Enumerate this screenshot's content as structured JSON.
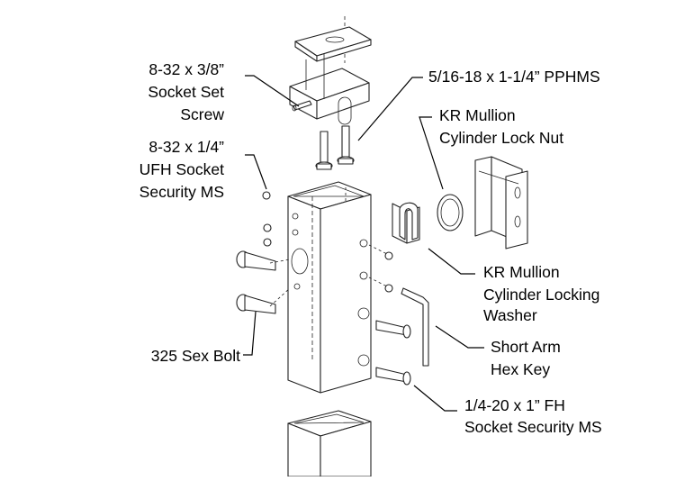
{
  "labels": {
    "set_screw": [
      "8-32 x 3/8”",
      "Socket Set",
      "Screw"
    ],
    "pphms": [
      "5/16-18 x 1-1/4” PPHMS"
    ],
    "lock_nut": [
      "KR Mullion",
      "Cylinder Lock Nut"
    ],
    "ufh_screw": [
      "8-32 x 1/4”",
      "UFH Socket",
      "Security MS"
    ],
    "locking_washer": [
      "KR Mullion",
      "Cylinder Locking",
      "Washer"
    ],
    "sex_bolt": [
      "325 Sex Bolt"
    ],
    "hex_key": [
      "Short Arm",
      "Hex Key"
    ],
    "fh_screw": [
      "1/4-20 x 1” FH",
      "Socket Security MS"
    ]
  }
}
